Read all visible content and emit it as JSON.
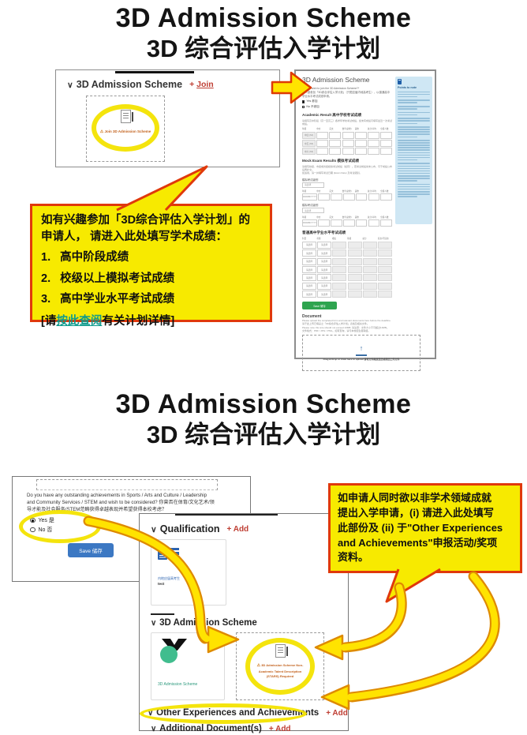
{
  "ui": {
    "chevron": "∨",
    "warn": "⚠",
    "close": "×"
  },
  "titles": {
    "en": "3D Admission Scheme",
    "zh": "3D 综合评估入学计划"
  },
  "section1": {
    "widget": {
      "header": "3D Admission Scheme",
      "plus": "+",
      "join": "Join",
      "warning": "Join 3D Admission Scheme"
    },
    "form": {
      "title": "3D Admission Scheme",
      "q1": "Do you wish to join the 3D Admission Scheme?*",
      "q2": "本人欲参加「3D综合评估入学计划」（只限应届内地高考生），以普通高中学业水平考试成绩申请。",
      "yes": "Yes 参加",
      "no": "No 不参加",
      "academic": {
        "heading": "Academic Result 高中学校考试成绩",
        "desc": "请填写高中阶段（高一至高三）各学年学校考试成绩，如未有成绩可填写最近一次考试成绩。",
        "headers": [
          "年级",
          "中文",
          "英文",
          "数学(必修)",
          "其他",
          "总分/平均",
          "全级人数"
        ],
        "rows": [
          "中四 (S4)",
          "中五 (S5)",
          "中六 (S6)"
        ]
      },
      "mock": {
        "heading": "Mock Exam Results 模拟考试成绩",
        "desc1": "请填写校级、市级或省级模拟考试成绩（如有）。若考试成绩尚未公布，可于成绩公布后再补交。",
        "desc2": "如适用，请一并填写考试日期 (Exam Date) 及考试级别。",
        "level_label": "模拟考试级别",
        "select": "请选择",
        "date": "DD/MM/YYYY"
      },
      "hsl": {
        "heading": "普通高中学业水平考试成绩",
        "headers": [
          "科目",
          "考期",
          "成绩",
          "等级",
          "总分",
          "名次/不适用"
        ]
      },
      "save": "Save 储存",
      "document": {
        "heading": "Document",
        "lines": [
          "Please upload the completed form and relevant documents here before the deadline.",
          "请于此上传已填妥之「3D综合评估入学计划」表格及相关文件。",
          "Please note: file size should not exceed 10MB. 请注意：文件大小不可超过10MB。",
          "文件格式：PDF / JPG / PNG。如有查询，请与本校招生组联络。"
        ],
        "upload_caption": "Drag & Drop or Click here to upload 请将文件拖放至此或按此上传文件"
      },
      "points_title": "Points to note"
    },
    "callout": {
      "line1": "如有兴趣参加「3D综合评估入学计划」的",
      "line2": "申请人， 请进入此处填写学术成绩：",
      "items": [
        "高中阶段成绩",
        "校级以上模拟考试成绩",
        "高中学业水平考试成绩"
      ],
      "foot_pre": "[请",
      "foot_link": "按此查阅",
      "foot_post": "有关计划详情]"
    }
  },
  "section2": {
    "quiz": {
      "q_lines": [
        "Do you have any outstanding achievements in Sports / Arts and Culture / Leadership",
        "and Community Services / STEM and wish to be considered? 你曾否在体育/文化艺术/领",
        "导才能及社会服务/STEM范畴获得卓越表现并希望获得本校考虑？"
      ],
      "yes": "Yes 是",
      "no": "No 否",
      "save": "Save 储存"
    },
    "panel": {
      "qualification": "Qualification",
      "add": "+ Add",
      "qual_card": {
        "line1": "内地应届高考生",
        "line2": "test"
      },
      "scheme": "3D Admission Scheme",
      "scheme_card": "3D Admission Scheme",
      "dashed_lines": [
        "3D Admission Scheme Non-",
        "Academic Talent Description",
        "(STARS) Required"
      ],
      "other": "Other Experiences and Achievements",
      "additional": "Additional Document(s)"
    },
    "callout": {
      "lines": [
        "如申请人同时欲以非学术领域成就",
        "提出入学申请，(i) 请进入此处填写",
        "此部份及 (ii) 于\"Other Experiences",
        "and Achievements\"申报活动/奖项",
        "资料。"
      ]
    }
  }
}
